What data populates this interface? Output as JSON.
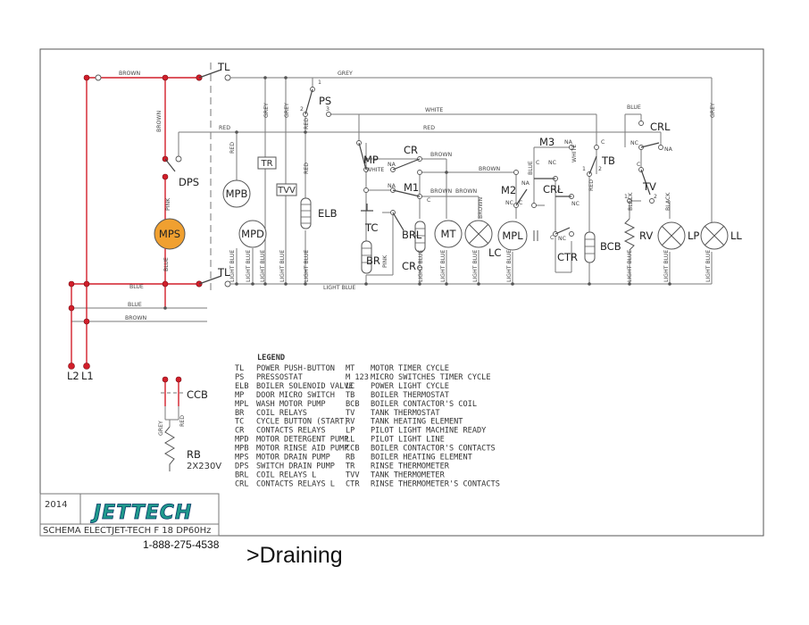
{
  "colors": {
    "active_wire": "#d21e2a",
    "motor_on": "#f0a030",
    "frame": "#555555"
  },
  "wire_labels": {
    "brown": "BROWN",
    "grey": "GREY",
    "white": "WHITE",
    "red": "RED",
    "blue": "BLUE",
    "light_blue": "LIGHT BLUE",
    "pink": "PINK",
    "black": "BLACK"
  },
  "components": {
    "tl": "TL",
    "ps": "PS",
    "dps": "DPS",
    "mps": "MPS",
    "mpb": "MPB",
    "mpd": "MPD",
    "tr": "TR",
    "tvv": "TVV",
    "elb": "ELB",
    "mp": "MP",
    "m1": "M1",
    "tc": "TC",
    "br": "BR",
    "brl": "BRL",
    "cr": "CR",
    "mt": "MT",
    "lc": "LC",
    "m2": "M2",
    "mpl": "MPL",
    "m3": "M3",
    "crl": "CRL",
    "ctr": "CTR",
    "tb": "TB",
    "bcb": "BCB",
    "tv": "TV",
    "rv": "RV",
    "lp": "LP",
    "ll": "LL",
    "ccb": "CCB",
    "rb": "RB",
    "rb_rating": "2X230V",
    "l1": "L1",
    "l2": "L2"
  },
  "pin_labels": {
    "na": "NA",
    "nc": "NC",
    "c": "C",
    "one": "1",
    "two": "2",
    "three": "3"
  },
  "legend": {
    "title": "LEGEND",
    "left": [
      {
        "code": "TL",
        "desc": "POWER PUSH-BUTTON"
      },
      {
        "code": "PS",
        "desc": "PRESSOSTAT"
      },
      {
        "code": "ELB",
        "desc": "BOILER SOLENOID VALVE"
      },
      {
        "code": "MP",
        "desc": "DOOR MICRO SWITCH"
      },
      {
        "code": "MPL",
        "desc": "WASH MOTOR PUMP"
      },
      {
        "code": "BR",
        "desc": "COIL RELAYS"
      },
      {
        "code": "TC",
        "desc": "CYCLE BUTTON (START)"
      },
      {
        "code": "CR",
        "desc": "CONTACTS RELAYS"
      },
      {
        "code": "MPD",
        "desc": "MOTOR DETERGENT PUMP"
      },
      {
        "code": "MPB",
        "desc": "MOTOR RINSE AID PUMP"
      },
      {
        "code": "MPS",
        "desc": "MOTOR DRAIN PUMP"
      },
      {
        "code": "DPS",
        "desc": "SWITCH DRAIN PUMP"
      },
      {
        "code": "BRL",
        "desc": "COIL RELAYS L"
      },
      {
        "code": "CRL",
        "desc": "CONTACTS RELAYS L"
      }
    ],
    "right": [
      {
        "code": "MT",
        "desc": "MOTOR TIMER CYCLE"
      },
      {
        "code": "M 123",
        "desc": "MICRO SWITCHES TIMER CYCLE"
      },
      {
        "code": "LC",
        "desc": "POWER LIGHT CYCLE"
      },
      {
        "code": "TB",
        "desc": "BOILER THERMOSTAT"
      },
      {
        "code": "BCB",
        "desc": "BOILER CONTACTOR'S COIL"
      },
      {
        "code": "TV",
        "desc": "TANK THERMOSTAT"
      },
      {
        "code": "RV",
        "desc": "TANK HEATING ELEMENT"
      },
      {
        "code": "LP",
        "desc": "PILOT LIGHT MACHINE READY"
      },
      {
        "code": "LL",
        "desc": "PILOT LIGHT LINE"
      },
      {
        "code": "CCB",
        "desc": "BOILER CONTACTOR'S CONTACTS"
      },
      {
        "code": "RB",
        "desc": "BOILER HEATING ELEMENT"
      },
      {
        "code": "TR",
        "desc": "RINSE THERMOMETER"
      },
      {
        "code": "TVV",
        "desc": "TANK THERMOMETER"
      },
      {
        "code": "CTR",
        "desc": "RINSE THERMOMETER'S CONTACTS"
      }
    ]
  },
  "title_block": {
    "year": "2014",
    "logo": "JETTECH",
    "schema": "SCHEMA ELECTJET-TECH F 18 DP60Hz"
  },
  "phone": "1-888-275-4538",
  "status": ">Draining"
}
